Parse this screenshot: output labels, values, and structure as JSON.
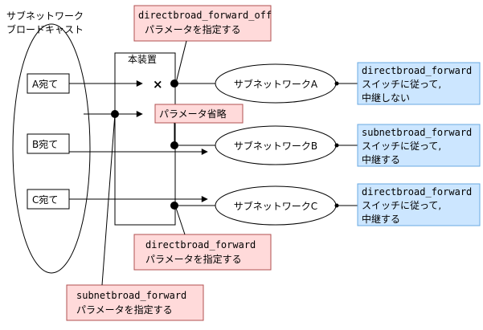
{
  "colors": {
    "pink_fill": "#ffdada",
    "pink_stroke": "#b05050",
    "blue_fill": "#cce6ff",
    "blue_stroke": "#6aa9e0",
    "line": "#000000"
  },
  "broadcast_group": {
    "title_line1": "サブネットワーク",
    "title_line2": "ブロードキャスト",
    "sources": [
      "A宛て",
      "B宛て",
      "C宛て"
    ]
  },
  "device": {
    "label": "本装置"
  },
  "callouts": {
    "top_line1": "directbroad_forward_off",
    "top_line2": "パラメータを指定する",
    "omit": "パラメータ省略",
    "middle_line1": "directbroad_forward",
    "middle_line2": "パラメータを指定する",
    "bottom_line1": "subnetbroad_forward",
    "bottom_line2": "パラメータを指定する"
  },
  "subnets": [
    {
      "label": "サブネットワークA"
    },
    {
      "label": "サブネットワークB"
    },
    {
      "label": "サブネットワークC"
    }
  ],
  "results": [
    {
      "line1": "directbroad_forward",
      "line2": "スイッチに従って,",
      "line3": "中継しない"
    },
    {
      "line1": "subnetbroad_forward",
      "line2": "スイッチに従って,",
      "line3": "中継する"
    },
    {
      "line1": "directbroad_forward",
      "line2": "スイッチに従って,",
      "line3": "中継する"
    }
  ],
  "markers": {
    "blocked": "×"
  }
}
